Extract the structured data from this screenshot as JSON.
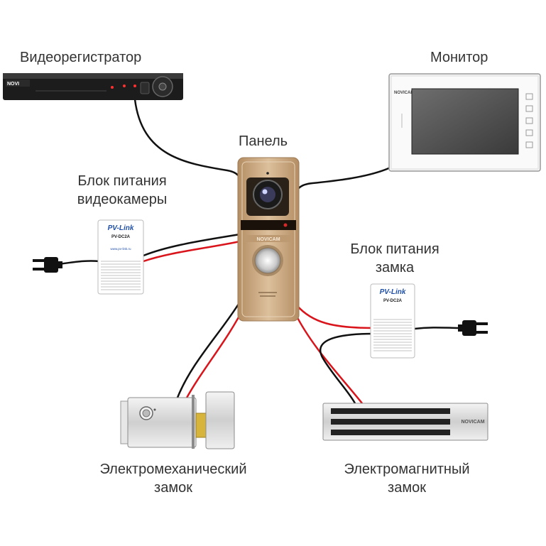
{
  "labels": {
    "dvr": "Видеорегистратор",
    "monitor": "Монитор",
    "panel": "Панель",
    "psu_camera_line1": "Блок питания",
    "psu_camera_line2": "видеокамеры",
    "psu_lock_line1": "Блок питания",
    "psu_lock_line2": "замка",
    "electromech_line1": "Электромеханический",
    "electromech_line2": "замок",
    "electromag_line1": "Электромагнитный",
    "electromag_line2": "замок"
  },
  "devices": {
    "dvr_brand": "NOVI",
    "monitor_brand": "NOVICAM",
    "panel_brand": "NOVICAM",
    "maglock_brand": "NOVICAM",
    "psu_brand": "PV-Link",
    "psu_model": "PV-DC2A",
    "psu_url": "www.pv-link.ru"
  },
  "colors": {
    "wire_black": "#111111",
    "wire_red": "#d9141b",
    "panel_gold": "#c9a27a",
    "psu_brand_blue": "#1f4fa8"
  }
}
